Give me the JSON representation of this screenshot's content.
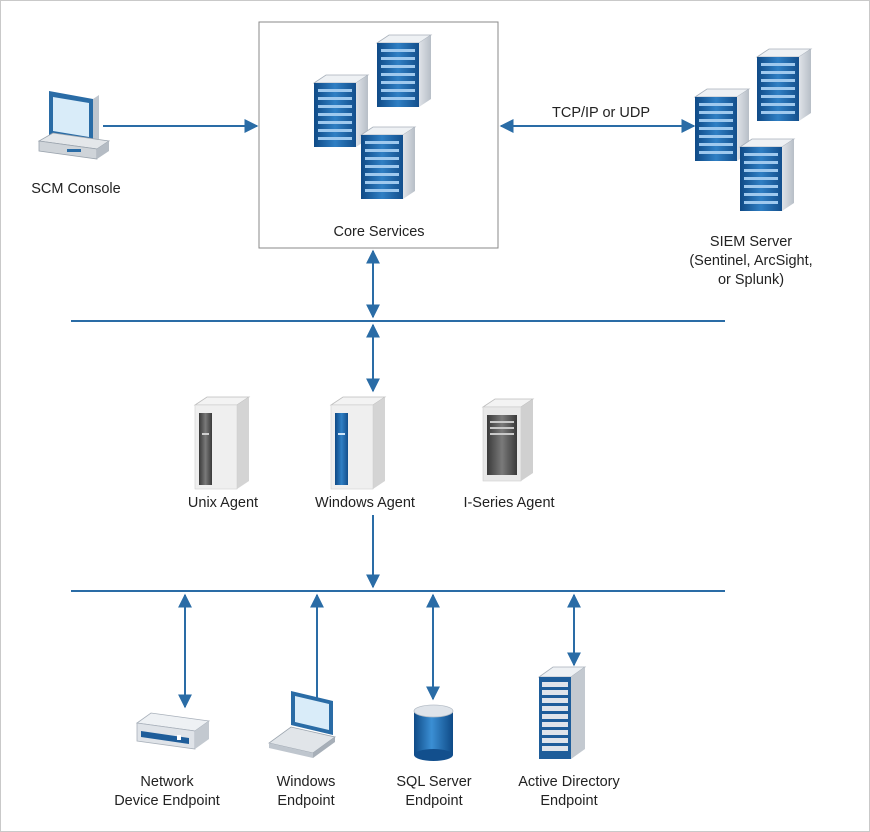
{
  "colors": {
    "link": "#2a6ca6",
    "server_blue": "#1e5d9a",
    "box_border": "#8a8a8a"
  },
  "nodes": {
    "scm_console": {
      "label": "SCM Console",
      "icon": "desktop-computer-icon"
    },
    "core_services": {
      "label": "Core Services",
      "icon": "server-cluster-icon"
    },
    "siem_server": {
      "line1": "SIEM Server",
      "line2": "(Sentinel, ArcSight,",
      "line3": "or Splunk)",
      "icon": "server-cluster-icon"
    },
    "unix_agent": {
      "label": "Unix Agent",
      "icon": "tower-server-icon"
    },
    "windows_agent": {
      "label": "Windows Agent",
      "icon": "tower-server-icon"
    },
    "iseries_agent": {
      "label": "I-Series Agent",
      "icon": "tower-server-icon"
    },
    "network_endpoint": {
      "line1": "Network",
      "line2": "Device Endpoint",
      "icon": "network-device-icon"
    },
    "windows_endpoint": {
      "line1": "Windows",
      "line2": "Endpoint",
      "icon": "laptop-icon"
    },
    "sql_endpoint": {
      "line1": "SQL Server",
      "line2": "Endpoint",
      "icon": "database-icon"
    },
    "ad_endpoint": {
      "line1": "Active Directory",
      "line2": "Endpoint",
      "icon": "rack-server-icon"
    }
  },
  "edges": {
    "core_siem": {
      "label": "TCP/IP or UDP"
    }
  }
}
